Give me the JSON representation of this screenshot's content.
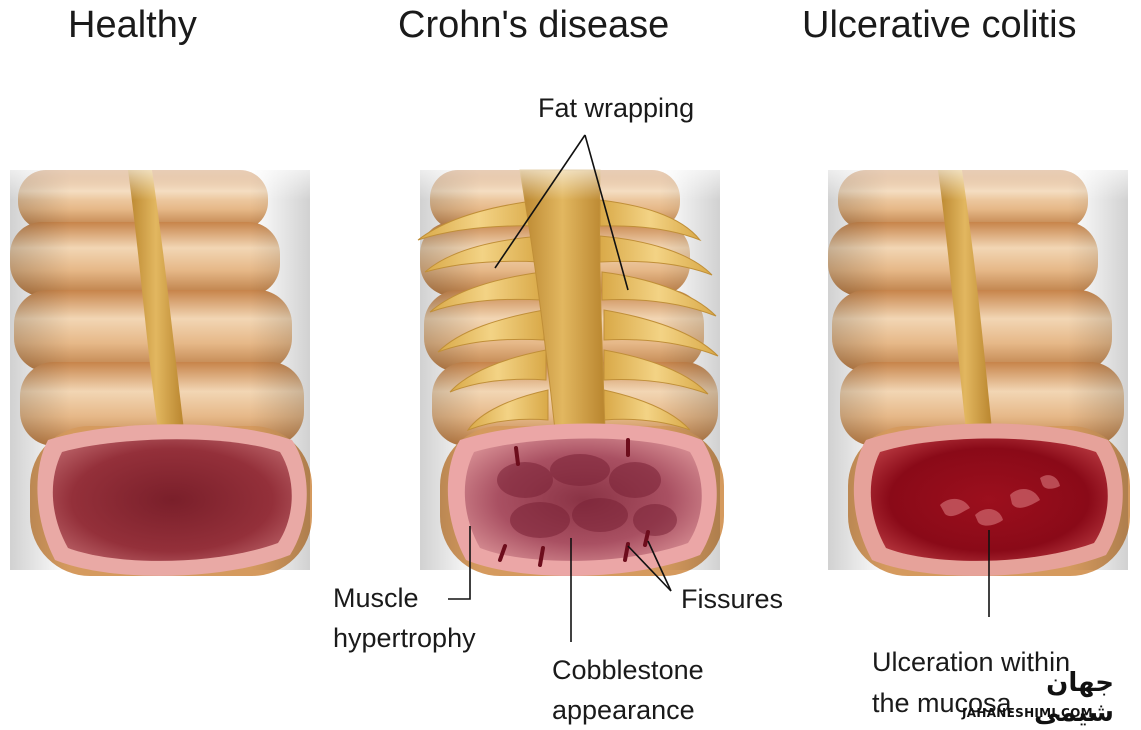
{
  "panels": [
    {
      "title": "Healthy"
    },
    {
      "title": "Crohn's disease"
    },
    {
      "title": "Ulcerative colitis"
    }
  ],
  "labels": {
    "fat_wrapping": "Fat wrapping",
    "muscle_hypertrophy_1": "Muscle",
    "muscle_hypertrophy_2": "hypertrophy",
    "cobblestone_1": "Cobblestone",
    "cobblestone_2": "appearance",
    "fissures": "Fissures",
    "ulceration_1": "Ulceration within",
    "ulceration_2": "the mucosa"
  },
  "watermark": {
    "logo_text": "جهان شیمی",
    "site": "JAHANESHIMI.COM"
  },
  "colors": {
    "colon_body": "#d9a46a",
    "colon_highlight": "#f3dcc0",
    "taenia_band": "#c89638",
    "mucosa_healthy": "#8e2732",
    "mucosa_crohns": "#b85a66",
    "mucosa_uc": "#9a0f1c",
    "rim": "#e7a4a0"
  }
}
